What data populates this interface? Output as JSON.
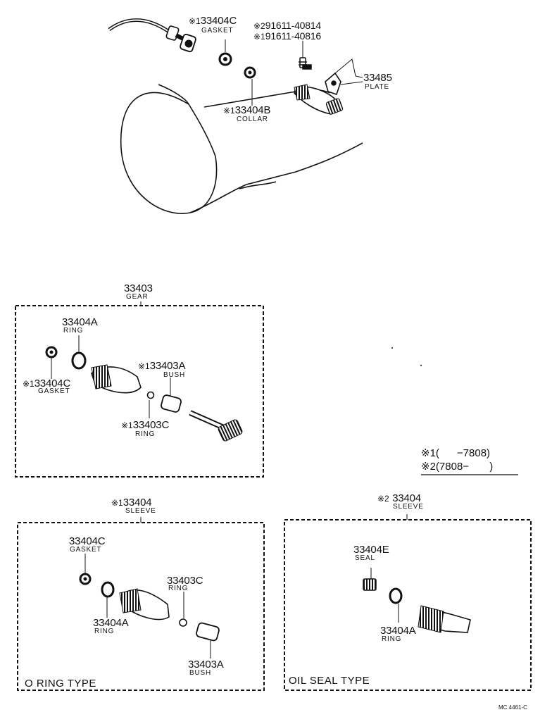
{
  "callouts": {
    "top_gasket": {
      "mark": "※1",
      "part": "33404C",
      "name": "GASKET"
    },
    "top_bolt": {
      "mark1": "※2",
      "part1": "91611-40814",
      "mark2": "※1",
      "part2": "91611-40816"
    },
    "top_plate": {
      "part": "33485",
      "name": "PLATE"
    },
    "top_collar": {
      "mark": "※1",
      "part": "33404B",
      "name": "COLLAR"
    },
    "gear_box": {
      "part": "33403",
      "name": "GEAR"
    },
    "gear_ring": {
      "part": "33404A",
      "name": "RING"
    },
    "gear_gasket": {
      "mark": "※1",
      "part": "33404C",
      "name": "GASKET"
    },
    "gear_bush": {
      "mark": "※1",
      "part": "33403A",
      "name": "BUSH"
    },
    "gear_oring": {
      "mark": "※1",
      "part": "33403C",
      "name": "RING"
    },
    "sleeve1_box": {
      "mark": "※1",
      "part": "33404",
      "name": "SLEEVE"
    },
    "s1_gasket": {
      "part": "33404C",
      "name": "GASKET"
    },
    "s1_ring": {
      "part": "33404A",
      "name": "RING"
    },
    "s1_oring": {
      "part": "33403C",
      "name": "RING"
    },
    "s1_bush": {
      "part": "33403A",
      "name": "BUSH"
    },
    "sleeve2_box": {
      "mark": "※2",
      "part": "33404",
      "name": "SLEEVE"
    },
    "s2_seal": {
      "part": "33404E",
      "name": "SEAL"
    },
    "s2_ring": {
      "part": "33404A",
      "name": "RING"
    }
  },
  "box_titles": {
    "o_ring": "O RING TYPE",
    "oil_seal": "OIL SEAL TYPE"
  },
  "legend": {
    "row1": {
      "mark": "※1",
      "range": "(      −7808)"
    },
    "row2": {
      "mark": "※2",
      "range": "(7808−       )"
    }
  },
  "drawing_code": "MC 4461-C"
}
